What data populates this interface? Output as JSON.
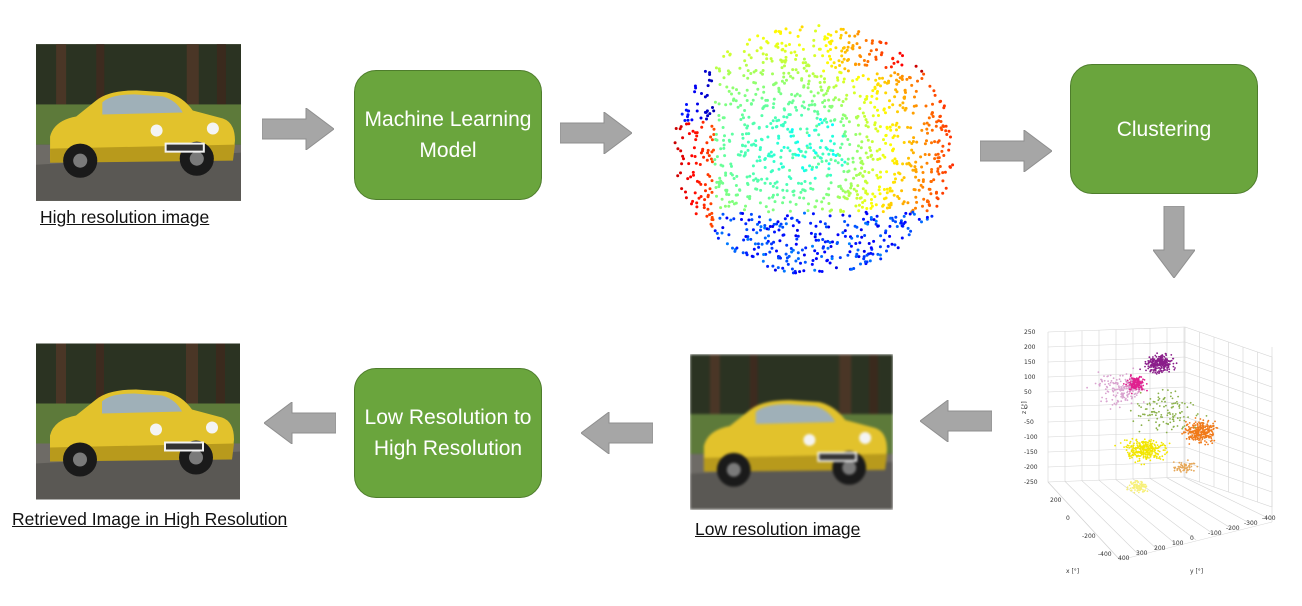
{
  "nodes": {
    "ml_model": "Machine Learning Model",
    "clustering": "Clustering",
    "low_to_high": "Low Resolution to High Resolution"
  },
  "captions": {
    "high_res": "High resolution image ",
    "low_res": "Low resolution image ",
    "retrieved": "Retrieved Image in High Resolution"
  },
  "plot3d": {
    "z_axis_label": "z [°]",
    "x_axis_label": "x [°]",
    "y_axis_label": "y [°]",
    "z_ticks": [
      "250",
      "200",
      "150",
      "100",
      "50",
      "0",
      "-50",
      "-100",
      "-150",
      "-200",
      "-250"
    ],
    "x_ticks": [
      "200",
      "0",
      "-200",
      "-400"
    ],
    "y_ticks": [
      "400",
      "300",
      "200",
      "100",
      "0",
      "-100",
      "-200",
      "-300",
      "-400"
    ]
  },
  "colors": {
    "node_fill": "#6aa53d",
    "arrow_fill": "#a6a6a6",
    "car_body": "#e2c22c"
  },
  "icons": {
    "car_photo": "yellow-sports-car",
    "point_cloud": "colored-point-cloud",
    "cluster_plot": "3d-scatter-clusters"
  }
}
